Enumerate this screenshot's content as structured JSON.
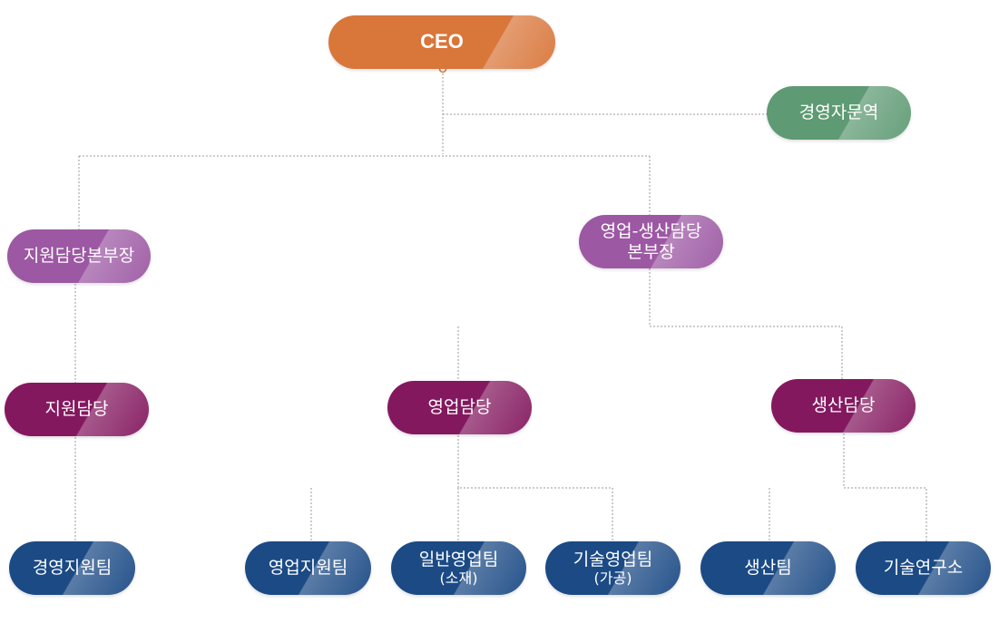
{
  "nodes": {
    "ceo": {
      "label": "CEO",
      "color": "#d9763a"
    },
    "advisor": {
      "label": "경영자문역",
      "color": "#5e9a73"
    },
    "support_head": {
      "label": "지원담당본부장",
      "color": "#9c58a3"
    },
    "sales_prod_head": {
      "line1": "영업-생산담당",
      "line2": "본부장",
      "color": "#9c58a3"
    },
    "support_mgr": {
      "label": "지원담당",
      "color": "#84185f"
    },
    "sales_mgr": {
      "label": "영업담당",
      "color": "#84185f"
    },
    "prod_mgr": {
      "label": "생산담당",
      "color": "#84185f"
    },
    "team_mgmt_support": {
      "label": "경영지원팀",
      "color": "#1b4a85"
    },
    "team_sales_support": {
      "label": "영업지원팀",
      "color": "#1b4a85"
    },
    "team_general_sales": {
      "label": "일반영업팀",
      "sub": "(소재)",
      "color": "#1b4a85"
    },
    "team_tech_sales": {
      "label": "기술영업팀",
      "sub": "(가공)",
      "color": "#1b4a85"
    },
    "team_production": {
      "label": "생산팀",
      "color": "#1b4a85"
    },
    "team_research": {
      "label": "기술연구소",
      "color": "#1b4a85"
    }
  },
  "connector_color": "#999999"
}
